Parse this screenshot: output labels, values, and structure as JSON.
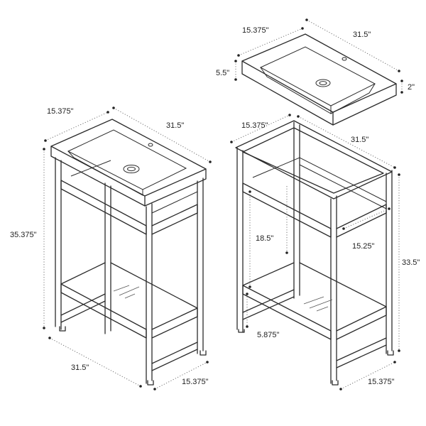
{
  "dimensions": {
    "basin": {
      "width": "15.375\"",
      "length": "31.5\"",
      "height": "5.5\"",
      "thickness": "2\""
    },
    "assembled_vanity": {
      "width": "15.375\"",
      "length": "31.5\"",
      "height": "35.375\"",
      "bottom_length": "31.5\"",
      "bottom_width": "15.375\""
    },
    "frame": {
      "width": "15.375\"",
      "length": "31.5\"",
      "height": "33.5\"",
      "shelf_gap": "18.5\"",
      "shelf_depth": "15.25\"",
      "foot_clearance": "5.875\"",
      "bottom_width": "15.375\""
    }
  },
  "colors": {
    "line": "#2b2b2b",
    "dimension": "#666666",
    "background": "#ffffff"
  }
}
